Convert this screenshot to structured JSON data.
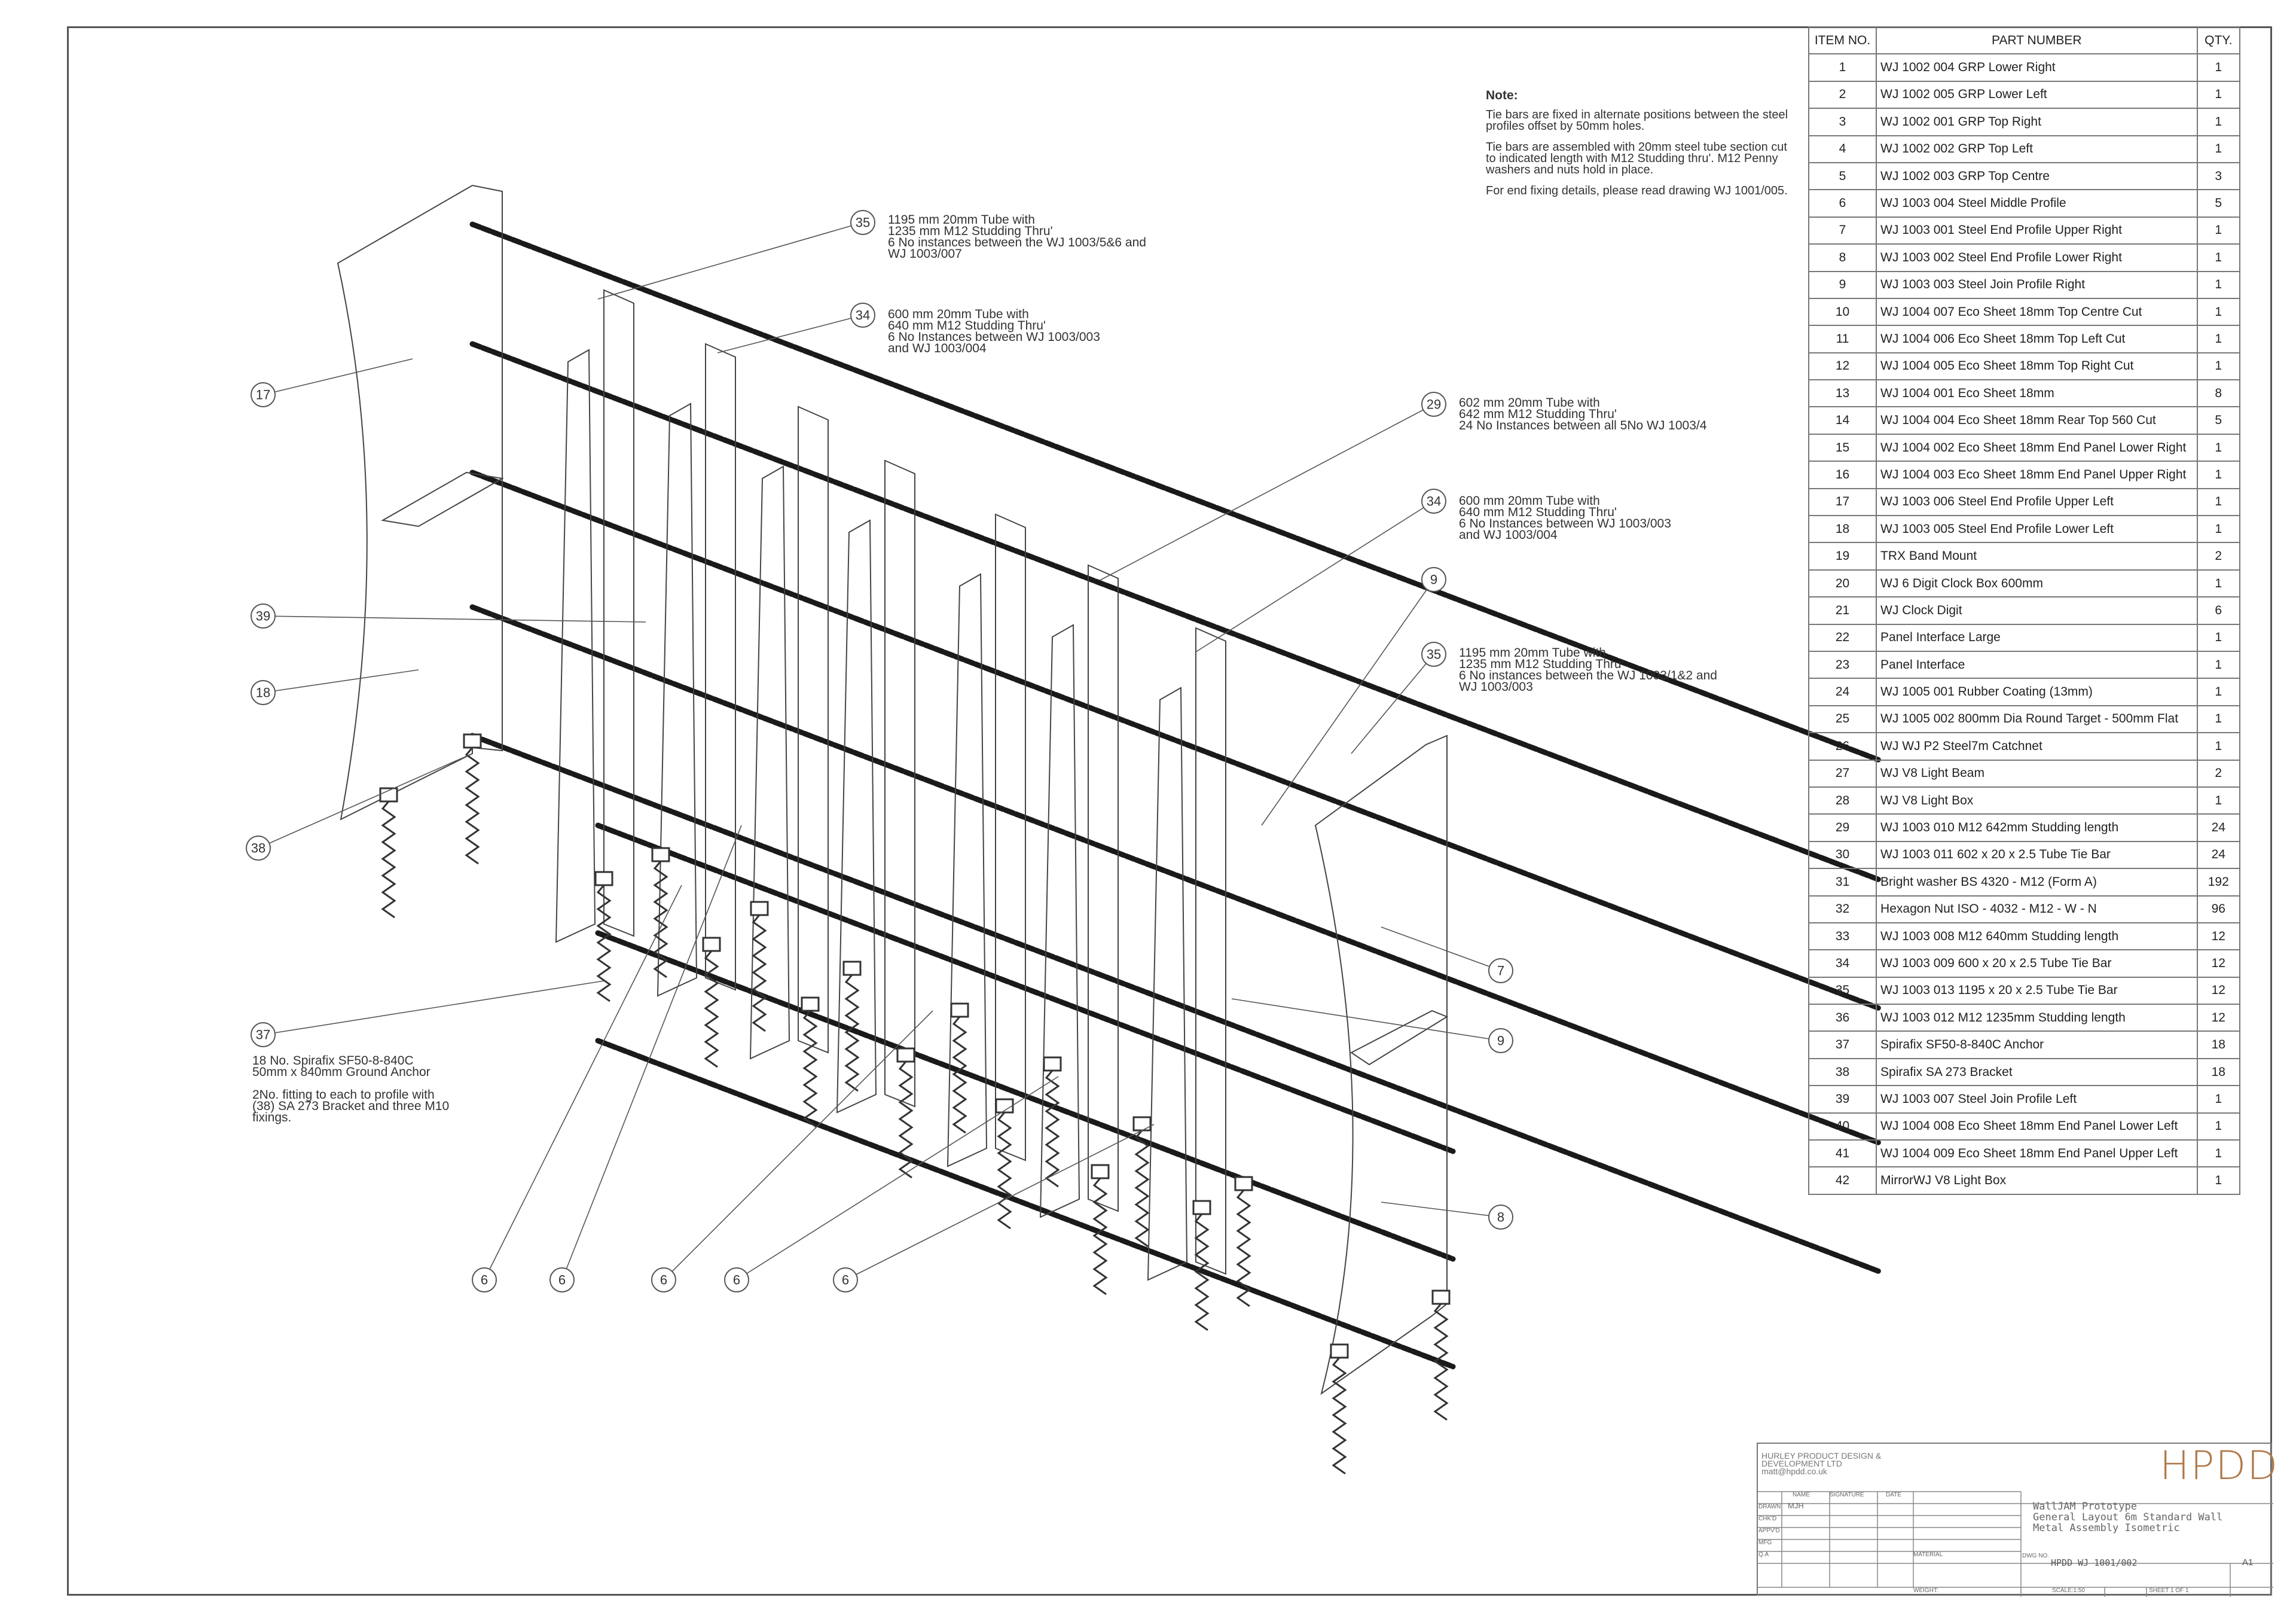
{
  "bom": {
    "headers": [
      "ITEM NO.",
      "PART NUMBER",
      "QTY."
    ],
    "rows": [
      [
        "1",
        "WJ 1002 004 GRP Lower Right",
        "1"
      ],
      [
        "2",
        "WJ 1002 005 GRP Lower Left",
        "1"
      ],
      [
        "3",
        "WJ 1002 001 GRP Top Right",
        "1"
      ],
      [
        "4",
        "WJ 1002 002 GRP Top Left",
        "1"
      ],
      [
        "5",
        "WJ 1002 003 GRP Top Centre",
        "3"
      ],
      [
        "6",
        "WJ 1003 004 Steel Middle Profile",
        "5"
      ],
      [
        "7",
        "WJ 1003 001 Steel End Profile Upper Right",
        "1"
      ],
      [
        "8",
        "WJ 1003 002 Steel End Profile Lower Right",
        "1"
      ],
      [
        "9",
        "WJ 1003 003 Steel Join Profile Right",
        "1"
      ],
      [
        "10",
        "WJ 1004 007 Eco Sheet 18mm Top Centre Cut",
        "1"
      ],
      [
        "11",
        "WJ 1004 006 Eco Sheet 18mm Top Left Cut",
        "1"
      ],
      [
        "12",
        "WJ 1004 005 Eco Sheet 18mm Top Right Cut",
        "1"
      ],
      [
        "13",
        "WJ 1004 001 Eco Sheet 18mm",
        "8"
      ],
      [
        "14",
        "WJ 1004 004 Eco Sheet 18mm Rear Top 560 Cut",
        "5"
      ],
      [
        "15",
        "WJ 1004 002 Eco Sheet 18mm End Panel Lower Right",
        "1"
      ],
      [
        "16",
        "WJ 1004 003 Eco Sheet 18mm End Panel Upper Right",
        "1"
      ],
      [
        "17",
        "WJ 1003 006 Steel End Profile Upper Left",
        "1"
      ],
      [
        "18",
        "WJ 1003 005 Steel End Profile Lower Left",
        "1"
      ],
      [
        "19",
        "TRX Band Mount",
        "2"
      ],
      [
        "20",
        "WJ 6 Digit Clock Box 600mm",
        "1"
      ],
      [
        "21",
        "WJ Clock Digit",
        "6"
      ],
      [
        "22",
        "Panel Interface Large",
        "1"
      ],
      [
        "23",
        "Panel Interface",
        "1"
      ],
      [
        "24",
        "WJ 1005 001 Rubber Coating (13mm)",
        "1"
      ],
      [
        "25",
        "WJ 1005 002 800mm Dia Round Target - 500mm Flat",
        "1"
      ],
      [
        "26",
        "WJ WJ P2 Steel7m Catchnet",
        "1"
      ],
      [
        "27",
        "WJ V8 Light Beam",
        "2"
      ],
      [
        "28",
        "WJ V8 Light Box",
        "1"
      ],
      [
        "29",
        "WJ 1003 010 M12 642mm Studding length",
        "24"
      ],
      [
        "30",
        "WJ 1003 011 602 x 20 x 2.5 Tube Tie Bar",
        "24"
      ],
      [
        "31",
        "Bright washer BS 4320 - M12 (Form A)",
        "192"
      ],
      [
        "32",
        "Hexagon Nut ISO - 4032 - M12 - W - N",
        "96"
      ],
      [
        "33",
        "WJ 1003 008 M12 640mm Studding length",
        "12"
      ],
      [
        "34",
        "WJ 1003 009 600 x 20 x 2.5 Tube Tie Bar",
        "12"
      ],
      [
        "35",
        "WJ 1003 013 1195 x 20 x 2.5 Tube Tie Bar",
        "12"
      ],
      [
        "36",
        "WJ 1003 012 M12 1235mm Studding length",
        "12"
      ],
      [
        "37",
        "Spirafix SF50-8-840C Anchor",
        "18"
      ],
      [
        "38",
        "Spirafix SA 273 Bracket",
        "18"
      ],
      [
        "39",
        "WJ 1003 007 Steel Join Profile Left",
        "1"
      ],
      [
        "40",
        "WJ 1004 008 Eco Sheet 18mm End Panel Lower Left",
        "1"
      ],
      [
        "41",
        "WJ 1004 009 Eco Sheet 18mm End Panel Upper Left",
        "1"
      ],
      [
        "42",
        "MirrorWJ V8 Light Box",
        "1"
      ]
    ]
  },
  "note": {
    "heading": "Note:",
    "p1": "Tie bars are fixed in alternate positions between the steel profiles offset by 50mm holes.",
    "p2": "Tie bars are assembled with 20mm steel tube section cut to indicated length with M12 Studding thru'. M12 Penny washers and nuts hold in place.",
    "p3": "For end fixing details, please read drawing WJ 1001/005."
  },
  "callouts": {
    "c35a": "1195 mm 20mm Tube with\n1235 mm M12 Studding Thru'\n6 No instances between the WJ 1003/5&6 and\nWJ 1003/007",
    "c34a": "600 mm 20mm Tube with\n640 mm M12 Studding Thru'\n6 No Instances between WJ 1003/003\nand WJ 1003/004",
    "c29": "602 mm 20mm Tube with\n642 mm M12 Studding Thru'\n24 No Instances between all 5No WJ 1003/4",
    "c34b": "600 mm 20mm Tube with\n640 mm M12 Studding Thru'\n6 No Instances between WJ 1003/003\nand WJ 1003/004",
    "c35b": "1195 mm 20mm Tube with\n1235 mm M12 Studding Thru'\n6 No instances between the WJ 1003/1&2 and\nWJ 1003/003",
    "c37": "18 No. Spirafix SF50-8-840C\n50mm x 840mm Ground Anchor\n\n2No. fitting to each to profile with\n(38) SA 273 Bracket and three M10\nfixings."
  },
  "balloons": {
    "b35a": "35",
    "b34a": "34",
    "b17": "17",
    "b29": "29",
    "b34b": "34",
    "b9a": "9",
    "b39": "39",
    "b18": "18",
    "b35b": "35",
    "b38": "38",
    "b7": "7",
    "b9b": "9",
    "b37": "37",
    "b8": "8",
    "b6a": "6",
    "b6b": "6",
    "b6c": "6",
    "b6d": "6",
    "b6e": "6"
  },
  "title_block": {
    "company": "HURLEY PRODUCT DESIGN &\nDEVELOPMENT LTD\nmatt@hpdd.co.uk",
    "logo": "HPDD",
    "labels": {
      "name": "NAME",
      "signature": "SIGNATURE",
      "date": "DATE",
      "drawn": "DRAWN",
      "chkd": "CHK'D",
      "appvd": "APPV'D",
      "mfg": "MFG",
      "qa": "Q.A",
      "material": "MATERIAL",
      "dwg_no": "DWG NO.",
      "weight": "WEIGHT:",
      "scale": "SCALE:1:50",
      "sheet": "SHEET 1 OF 1"
    },
    "drawn_by": "MJH",
    "title": "WallJAM Prototype\nGeneral Layout 6m Standard Wall\nMetal Assembly Isometric",
    "dwg": "HPDD WJ 1001/002",
    "size": "A1"
  }
}
